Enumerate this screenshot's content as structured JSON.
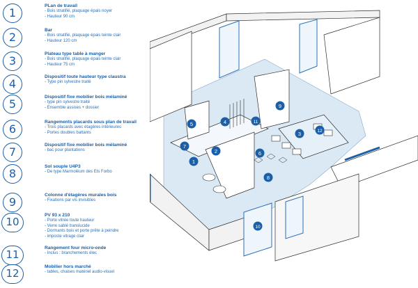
{
  "legend": [
    {
      "num": "1",
      "title": "PLan de travail",
      "lines": [
        "- Bois stratifié, plaquage épais noyer",
        "- Hauteur 90 cm"
      ]
    },
    {
      "num": "2",
      "title": "Bar",
      "lines": [
        "- Bois stratifié, plaquage épais teinte clair",
        "- Hauteur 120 cm"
      ]
    },
    {
      "num": "3",
      "title": "Plateau type table à manger",
      "lines": [
        "- Bois stratifié, plaquage épais teinte clair",
        "- Hauteur 75 cm"
      ]
    },
    {
      "num": "4",
      "title": "Dispositif toute hauteur type claustra",
      "lines": [
        "- Type pin sylvestre traité"
      ]
    },
    {
      "num": "5",
      "title": "Dispositif fixe mobilier bois mélaminé",
      "lines": [
        "- type pin sylvestre traité",
        "- Ensemble assises + dossier"
      ]
    },
    {
      "num": "6",
      "title": "Rangements placards sous plan de travail",
      "lines": [
        "- Trois placards avec étagères intérieures",
        "- Portes doubles battants"
      ]
    },
    {
      "num": "7",
      "title": "Dispositif fixe mobilier bois mélaminé",
      "lines": [
        "- bac pour plantations"
      ]
    },
    {
      "num": "8",
      "title": "Sol souple U4P3",
      "lines": [
        "- De type Marmoléum des Ets Forbo"
      ]
    },
    {
      "num": "9",
      "title": "Colonne d'étagères murales bois",
      "lines": [
        "- Fixations par vis invisibles"
      ]
    },
    {
      "num": "10",
      "title": "PV 93 x 210",
      "lines": [
        "- Porte vitrée toute hauteur",
        "- Verre sablé translucide",
        "- Dormants bois et porte prête à peindre",
        "- imposte vitrage clair"
      ]
    },
    {
      "num": "11",
      "title": "Rangement four micro-onde",
      "lines": [
        "- Inclus : branchements élec"
      ]
    },
    {
      "num": "12",
      "title": "Mobilier hors marché",
      "lines": [
        "- tables, chaises matériel audio-visuel"
      ]
    }
  ],
  "markers": [
    "1",
    "2",
    "3",
    "4",
    "5",
    "6",
    "7",
    "8",
    "9",
    "10",
    "11",
    "12"
  ],
  "colors": {
    "accent": "#1a5fa8",
    "floor": "#dbe9f5",
    "wall": "#ffffff",
    "line": "#2c2c2c",
    "glass": "#9fc3e6"
  }
}
